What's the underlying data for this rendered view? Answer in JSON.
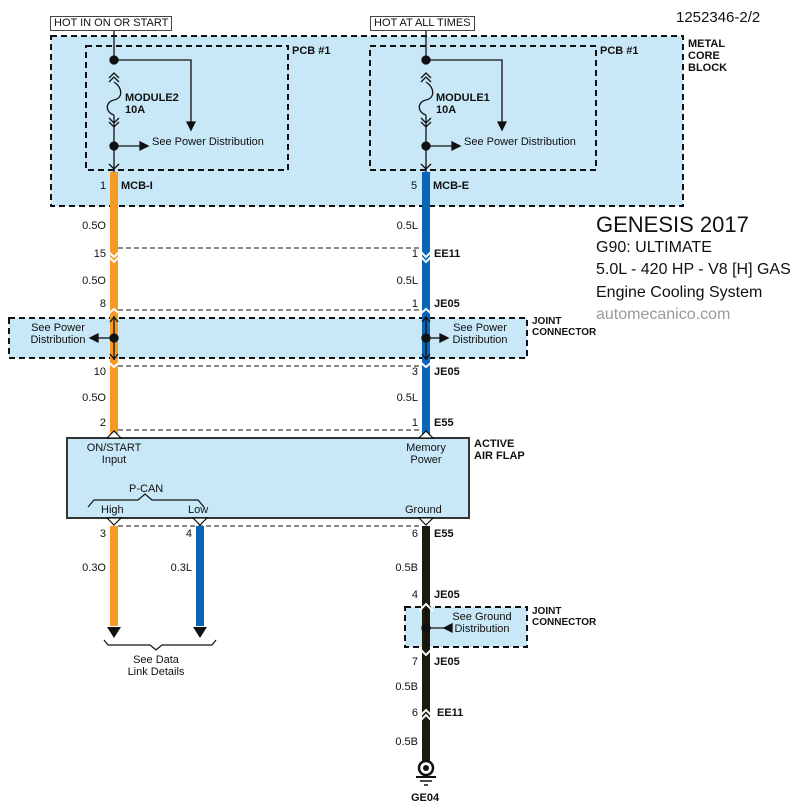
{
  "diagram_id": "1252346-2/2",
  "colors": {
    "fill_block": "#c8e8f8",
    "wire_orange": "#f59a23",
    "wire_blue": "#0a64b8",
    "wire_black": "#1c1a0c"
  },
  "info": {
    "make_year": "GENESIS 2017",
    "model": "G90: ULTIMATE",
    "engine": "5.0L - 420 HP - V8 [H] GAS",
    "system": "Engine Cooling System",
    "watermark": "automecanico.com"
  },
  "power_sources": {
    "left": "HOT IN ON OR START",
    "right": "HOT AT ALL TIMES"
  },
  "metal_core_block": {
    "label_lines": [
      "METAL",
      "CORE",
      "BLOCK"
    ],
    "pcb_label": "PCB #1",
    "left_fuse": {
      "name": "MODULE2",
      "rating": "10A",
      "see": "See Power Distribution",
      "pin": "1",
      "connector": "MCB-I"
    },
    "right_fuse": {
      "name": "MODULE1",
      "rating": "10A",
      "see": "See Power Distribution",
      "pin": "5",
      "connector": "MCB-E"
    }
  },
  "left_wire": {
    "segments": [
      "0.5O",
      "0.5O",
      "0.5O"
    ],
    "pins": {
      "ee11": "15",
      "je05_in": "8",
      "je05_out": "10",
      "e55": "2"
    }
  },
  "right_wire": {
    "segments": [
      "0.5L",
      "0.5L",
      "0.5L"
    ],
    "pins": {
      "ee11": "1",
      "je05_in": "1",
      "je05_out": "3",
      "e55": "1"
    },
    "connectors": {
      "ee11": "EE11",
      "je05_in": "JE05",
      "je05_out": "JE05",
      "e55": "E55"
    }
  },
  "joint_connector_top": {
    "label_lines": [
      "JOINT",
      "CONNECTOR"
    ],
    "left_see": [
      "See Power",
      "Distribution"
    ],
    "right_see": [
      "See Power",
      "Distribution"
    ]
  },
  "active_air_flap": {
    "label_lines": [
      "ACTIVE",
      "AIR FLAP"
    ],
    "on_start": [
      "ON/START",
      "Input"
    ],
    "memory_power": [
      "Memory",
      "Power"
    ],
    "pcan": "P-CAN",
    "high": "High",
    "low": "Low",
    "ground": "Ground"
  },
  "bottom_wires": {
    "high": {
      "pin": "3",
      "size": "0.3O"
    },
    "low": {
      "pin": "4",
      "size": "0.3L"
    },
    "see_data": [
      "See Data",
      "Link Details"
    ]
  },
  "ground_wire": {
    "e55_pin": "6",
    "e55": "E55",
    "seg1": "0.5B",
    "je05_in_pin": "4",
    "je05_in": "JE05",
    "je05_out_pin": "7",
    "je05_out": "JE05",
    "seg2": "0.5B",
    "ee11_pin": "6",
    "ee11": "EE11",
    "seg3": "0.5B",
    "ground_point": "GE04"
  },
  "joint_connector_bottom": {
    "label_lines": [
      "JOINT",
      "CONNECTOR"
    ],
    "see": [
      "See Ground",
      "Distribution"
    ]
  }
}
